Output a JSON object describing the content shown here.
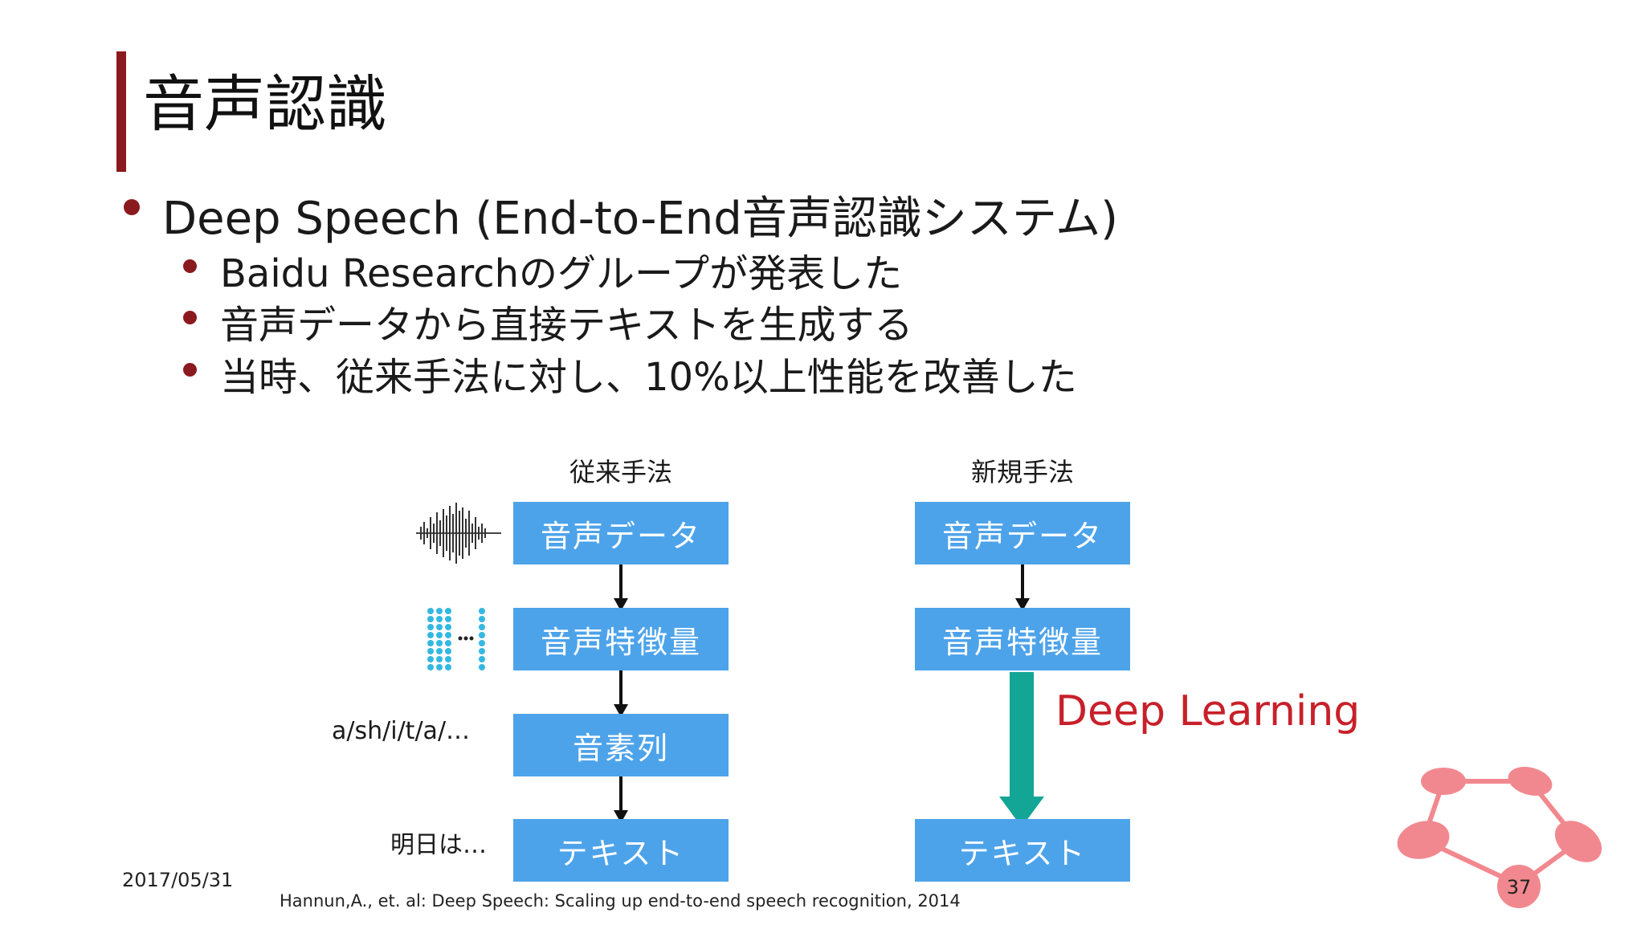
{
  "slide": {
    "title": "音声認識",
    "bullet_main": "Deep Speech (End-to-End音声認識システム)",
    "sub_bullets": [
      "Baidu Researchのグループが発表した",
      "音声データから直接テキストを生成する",
      "当時、従来手法に対し、10%以上性能を改善した"
    ],
    "date": "2017/05/31",
    "citation": "Hannun,A., et. al: Deep Speech: Scaling up end-to-end speech recognition, 2014",
    "page_number": "37"
  },
  "diagram": {
    "left": {
      "heading": "従来手法",
      "boxes": [
        "音声データ",
        "音声特徴量",
        "音素列",
        "テキスト"
      ],
      "side_labels": [
        "a/sh/i/t/a/…",
        "明日は…"
      ]
    },
    "right": {
      "heading": "新規手法",
      "boxes": [
        "音声データ",
        "音声特徴量",
        "テキスト"
      ],
      "arrow_label": "Deep Learning"
    },
    "colors": {
      "box": "#4da3ea",
      "big_arrow": "#13a596",
      "accent": "#8b1a1f",
      "dl_label": "#c8202a",
      "logo": "#f2888f"
    },
    "icons": [
      "waveform-icon",
      "feature-matrix-icon",
      "network-logo-icon"
    ]
  }
}
